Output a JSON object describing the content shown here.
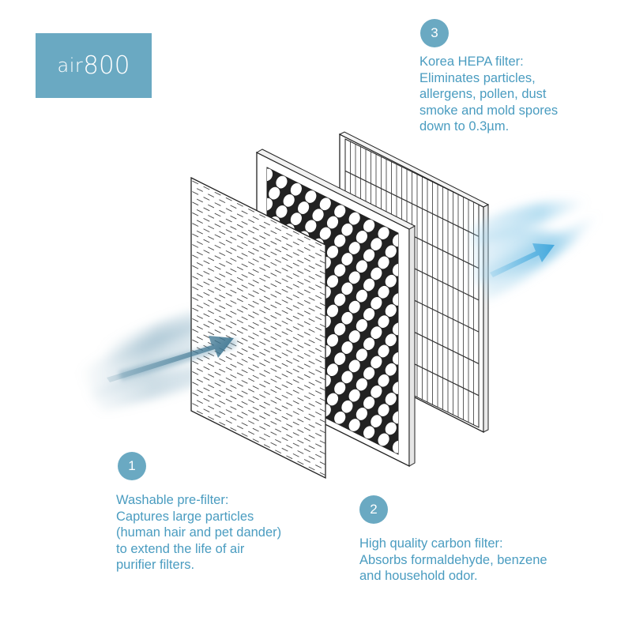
{
  "brand": {
    "prefix": "air",
    "model": "800",
    "color": "#6aa9c2"
  },
  "text_color": "#4a9cc0",
  "filters": [
    {
      "number": "1",
      "lines": [
        "Washable pre-filter:",
        "Captures large particles",
        "(human hair and pet dander)",
        "to extend the life of air",
        "purifier filters."
      ]
    },
    {
      "number": "2",
      "lines": [
        "High quality carbon filter:",
        "Absorbs formaldehyde, benzene",
        "and household odor."
      ]
    },
    {
      "number": "3",
      "lines": [
        "Korea HEPA filter:",
        "Eliminates particles,",
        "allergens, pollen, dust",
        "smoke and mold spores",
        "down to 0.3µm."
      ]
    }
  ],
  "icons": [
    "airflow-in-arrow-icon",
    "airflow-out-arrow-icon"
  ]
}
